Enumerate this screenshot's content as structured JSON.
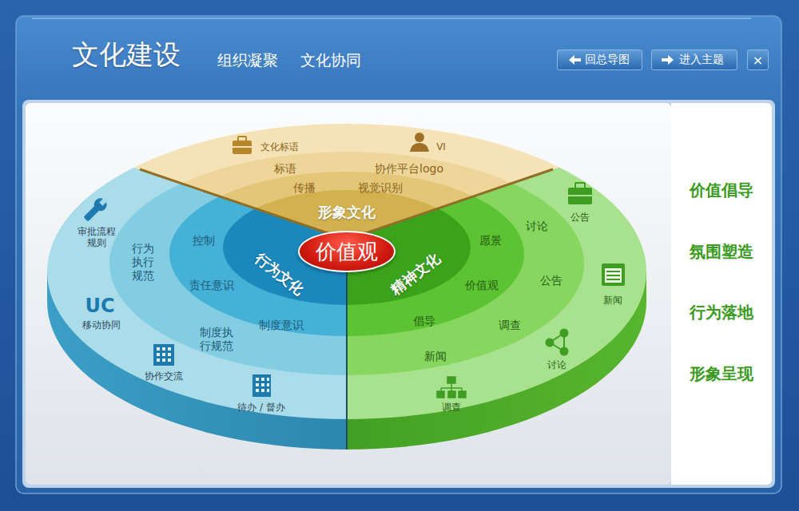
{
  "diagram": {
    "title": "文化建设",
    "nodes": [
      {
        "text": [
          "回总导图"
        ]
      },
      {
        "text": [
          "进入主题"
        ]
      },
      {
        "text": [
          "×"
        ]
      },
      {
        "text": [
          "价值倡导",
          "氛围塑造",
          "行为落地",
          "形象呈现"
        ]
      },
      {
        "text": [
          "形象文化"
        ]
      },
      {
        "text": [
          "行为文化"
        ]
      },
      {
        "text": [
          "精神文化"
        ]
      },
      {
        "text": [
          "价值观"
        ]
      }
    ],
    "labels": [
      "组织凝聚",
      "文化协同",
      "文化标语",
      "VI",
      "标语",
      "协作平台logo",
      "传播",
      "视觉识别",
      "审批流程 规则",
      "UC",
      "移动协同",
      "协作交流",
      "待办 / 督办",
      "行为 执行 规范",
      "控制",
      "责任意识",
      "制度执 行规范",
      "制度意识",
      "公告",
      "新闻",
      "讨论",
      "调查",
      "讨论",
      "愿景",
      "公告",
      "价值观",
      "倡导",
      "调查",
      "新闻"
    ]
  }
}
